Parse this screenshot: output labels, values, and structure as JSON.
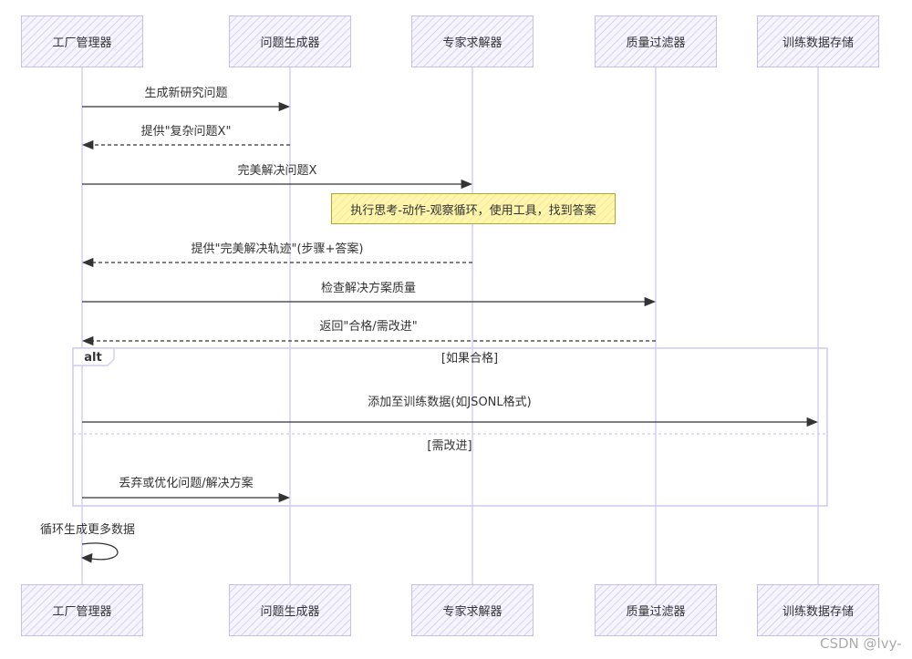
{
  "participants": [
    "工厂管理器",
    "问题生成器",
    "专家求解器",
    "质量过滤器",
    "训练数据存储"
  ],
  "messages": [
    {
      "text": "生成新研究问题"
    },
    {
      "text": "提供\"复杂问题X\""
    },
    {
      "text": "完美解决问题X"
    },
    {
      "text": "提供\"完美解决轨迹\"(步骤+答案)"
    },
    {
      "text": "检查解决方案质量"
    },
    {
      "text": "返回\"合格/需改进\""
    }
  ],
  "note": {
    "text": "执行思考-动作-观察循环，使用工具，找到答案"
  },
  "alt_block": {
    "keyword": "alt",
    "sections": [
      {
        "condition": "[如果合格]",
        "message": "添加至训练数据(如JSONL格式)"
      },
      {
        "condition": "[需改进]",
        "message": "丢弃或优化问题/解决方案"
      }
    ]
  },
  "self_message": "循环生成更多数据",
  "watermark": "CSDN @lvy-",
  "colors": {
    "participant_fill": "#f5f4ff",
    "participant_hatch": "#d9d3f6",
    "participant_border": "#c7bef0",
    "lifeline": "#d8d2f6",
    "message_line": "#333333",
    "note_fill": "#fff5ad",
    "note_border": "#aaaa33",
    "alt_frame": "#d2cbf4",
    "watermark": "#aaaaaa"
  }
}
